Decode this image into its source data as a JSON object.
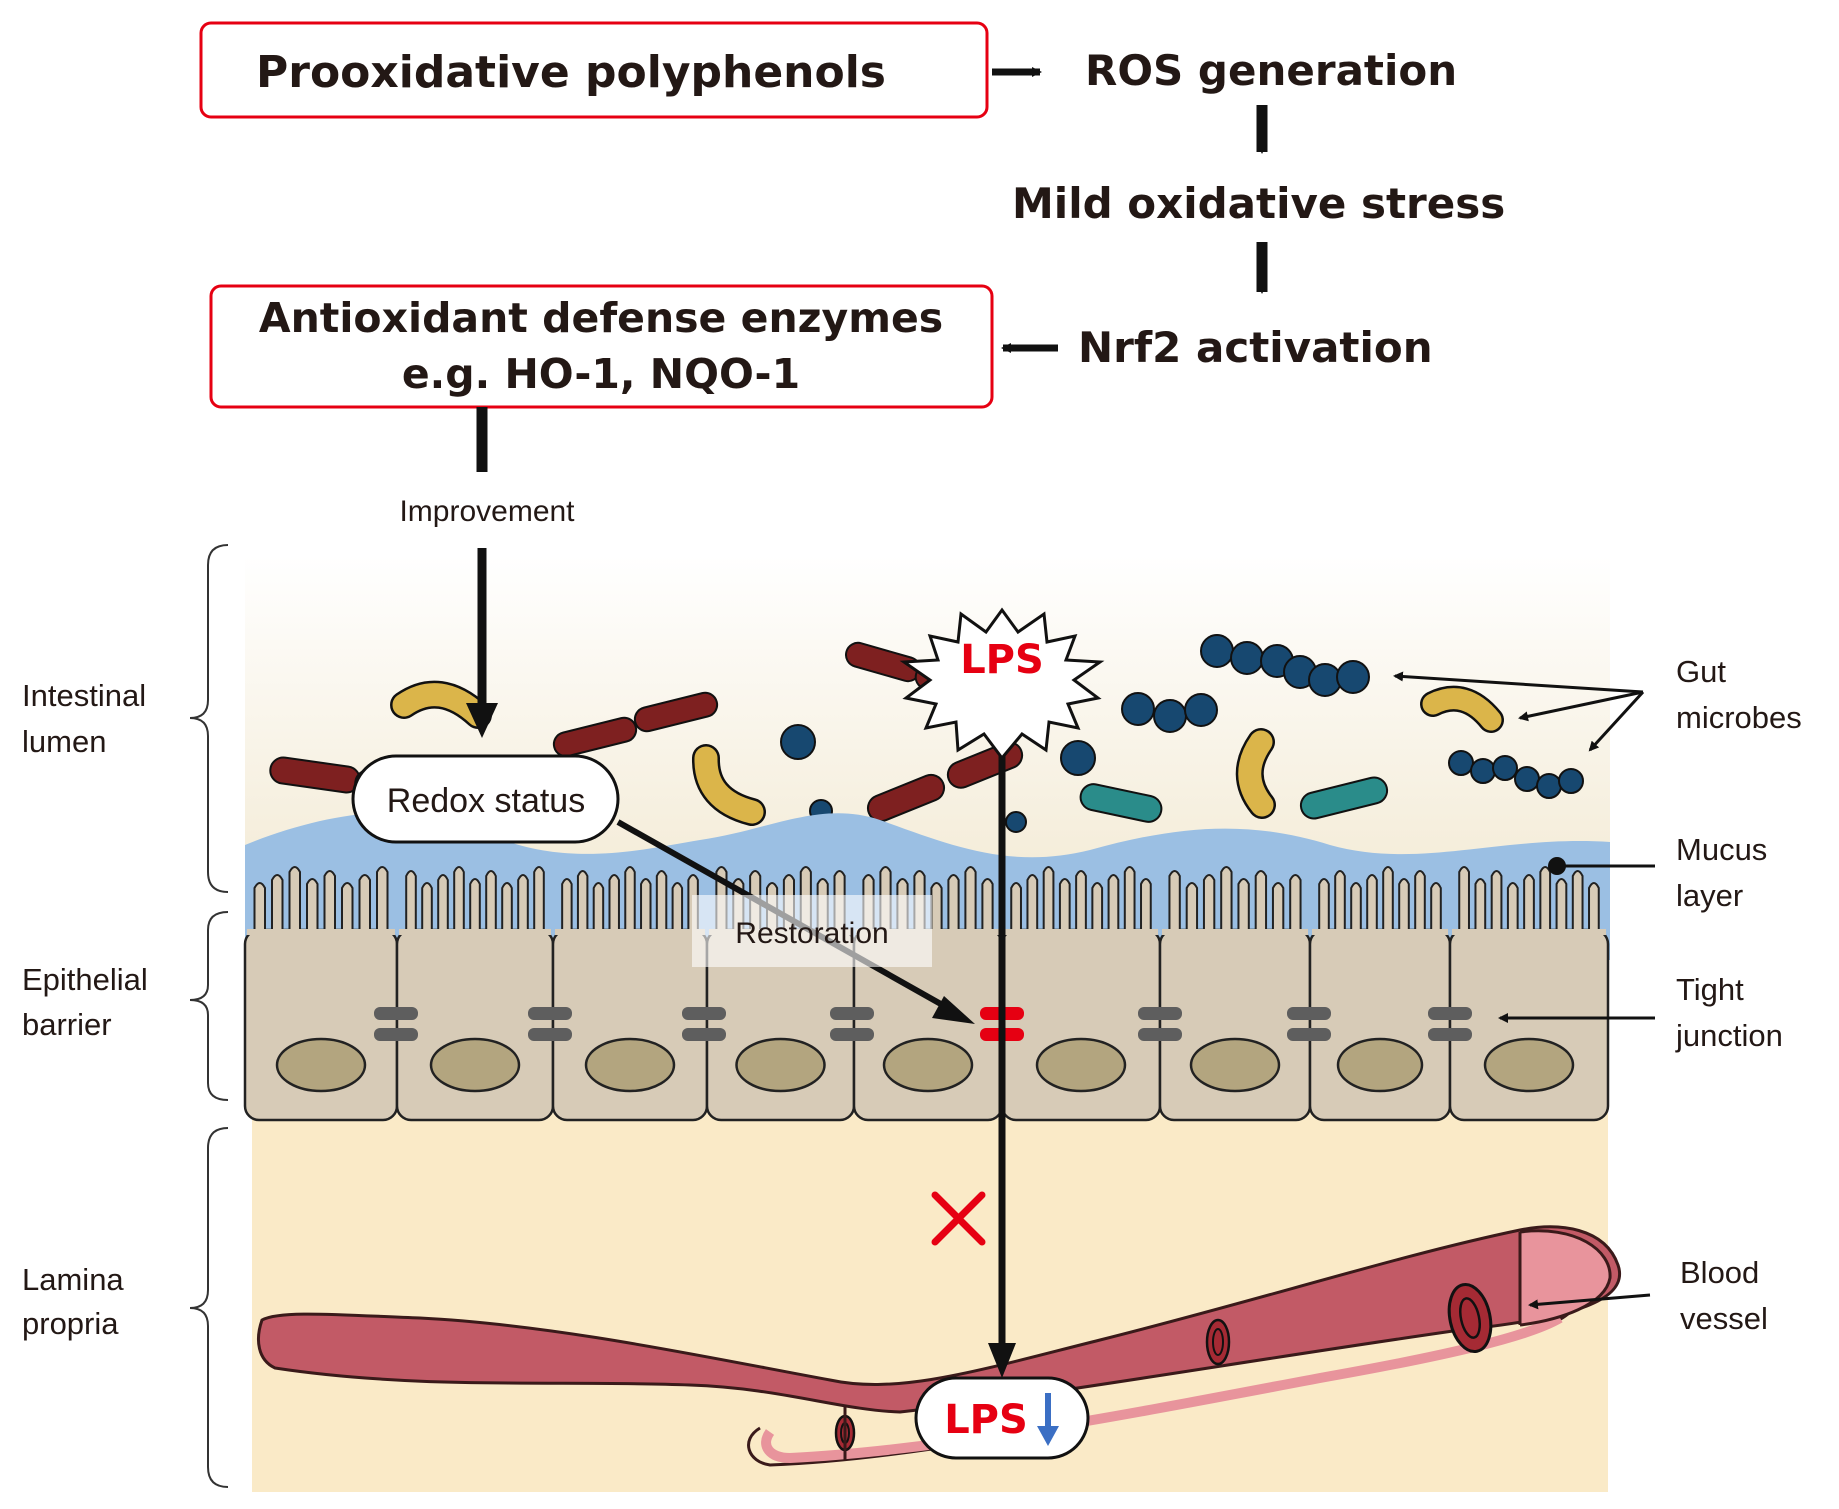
{
  "flow": {
    "prooxidative": "Prooxidative polyphenols",
    "ros": "ROS generation",
    "mild_stress": "Mild oxidative stress",
    "nrf2": "Nrf2 activation",
    "enzymes_line1": "Antioxidant defense enzymes",
    "enzymes_line2": "e.g. HO-1, NQO-1",
    "improvement": "Improvement",
    "redox": "Redox status",
    "restoration": "Restoration",
    "lps_top": "LPS",
    "lps_bottom": "LPS"
  },
  "regions": {
    "lumen_line1": "Intestinal",
    "lumen_line2": "lumen",
    "epithelial_line1": "Epithelial",
    "epithelial_line2": "barrier",
    "lamina_line1": "Lamina",
    "lamina_line2": "propria"
  },
  "callouts": {
    "gut_line1": "Gut",
    "gut_line2": "microbes",
    "mucus_line1": "Mucus",
    "mucus_line2": "layer",
    "tight_line1": "Tight",
    "tight_line2": "junction",
    "blood_line1": "Blood",
    "blood_line2": "vessel"
  },
  "colors": {
    "box_border": "#e60012",
    "lps_red": "#e60012",
    "down_arrow": "#3b6fc4",
    "mucus": "#9bbfe3",
    "cell_fill": "#d7cbb7",
    "nucleus": "#b3a57f",
    "lamina_fill": "#faeac7",
    "vessel": "#c25a66",
    "rod_bacteria": "#7e2020",
    "curved_bacteria": "#dbb54a",
    "cocci": "#174870",
    "teal_rod": "#2a8c8a"
  }
}
